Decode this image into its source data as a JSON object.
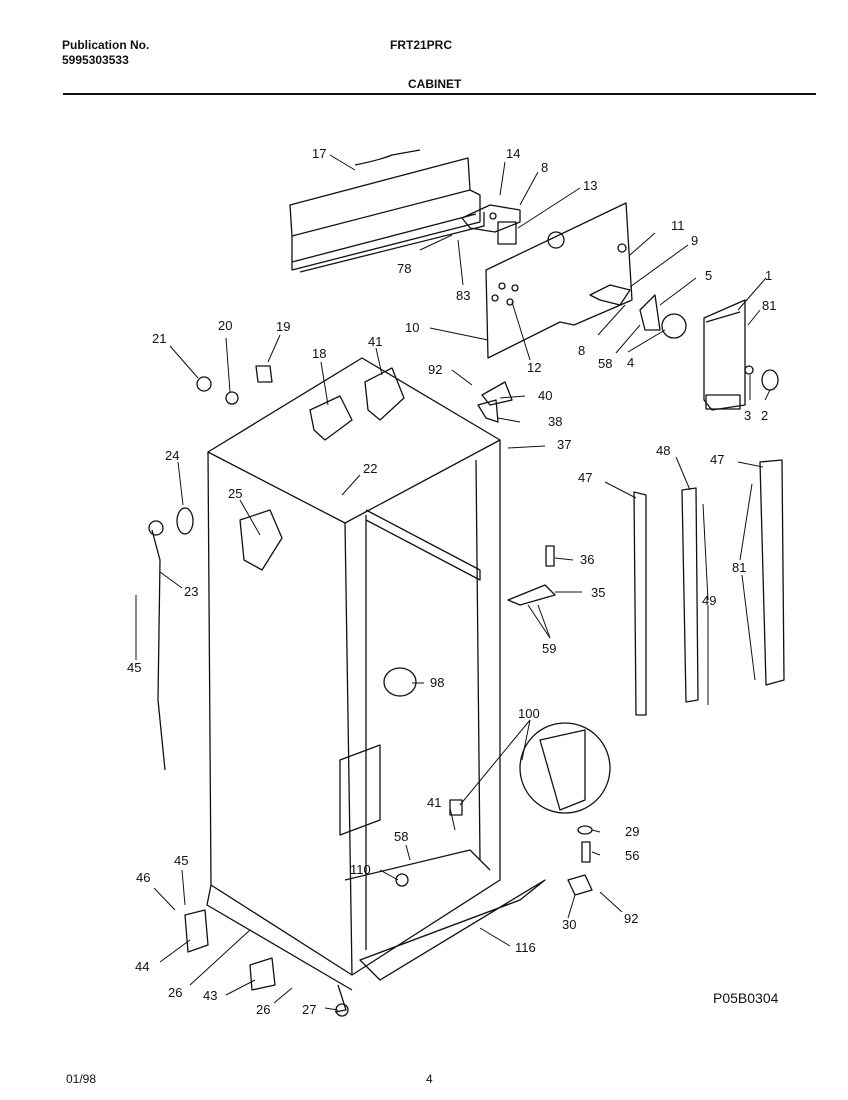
{
  "header": {
    "publication_label": "Publication No.",
    "publication_number": "5995303533",
    "model": "FRT21PRC",
    "section": "CABINET"
  },
  "diagram": {
    "code": "P05B0304",
    "callouts": [
      {
        "id": "17",
        "text": "17"
      },
      {
        "id": "14",
        "text": "14"
      },
      {
        "id": "8a",
        "text": "8"
      },
      {
        "id": "13",
        "text": "13"
      },
      {
        "id": "11",
        "text": "11"
      },
      {
        "id": "9",
        "text": "9"
      },
      {
        "id": "78",
        "text": "78"
      },
      {
        "id": "83",
        "text": "83"
      },
      {
        "id": "5",
        "text": "5"
      },
      {
        "id": "1",
        "text": "1"
      },
      {
        "id": "81a",
        "text": "81"
      },
      {
        "id": "10",
        "text": "10"
      },
      {
        "id": "12",
        "text": "12"
      },
      {
        "id": "8b",
        "text": "8"
      },
      {
        "id": "58a",
        "text": "58"
      },
      {
        "id": "4",
        "text": "4"
      },
      {
        "id": "3",
        "text": "3"
      },
      {
        "id": "2",
        "text": "2"
      },
      {
        "id": "21",
        "text": "21"
      },
      {
        "id": "20",
        "text": "20"
      },
      {
        "id": "19",
        "text": "19"
      },
      {
        "id": "18",
        "text": "18"
      },
      {
        "id": "41a",
        "text": "41"
      },
      {
        "id": "92a",
        "text": "92"
      },
      {
        "id": "40",
        "text": "40"
      },
      {
        "id": "38",
        "text": "38"
      },
      {
        "id": "37",
        "text": "37"
      },
      {
        "id": "24",
        "text": "24"
      },
      {
        "id": "22",
        "text": "22"
      },
      {
        "id": "25",
        "text": "25"
      },
      {
        "id": "47a",
        "text": "47"
      },
      {
        "id": "48",
        "text": "48"
      },
      {
        "id": "47b",
        "text": "47"
      },
      {
        "id": "23",
        "text": "23"
      },
      {
        "id": "36",
        "text": "36"
      },
      {
        "id": "35",
        "text": "35"
      },
      {
        "id": "81b",
        "text": "81"
      },
      {
        "id": "49",
        "text": "49"
      },
      {
        "id": "59",
        "text": "59"
      },
      {
        "id": "45a",
        "text": "45"
      },
      {
        "id": "98",
        "text": "98"
      },
      {
        "id": "100",
        "text": "100"
      },
      {
        "id": "41b",
        "text": "41"
      },
      {
        "id": "29",
        "text": "29"
      },
      {
        "id": "58b",
        "text": "58"
      },
      {
        "id": "56",
        "text": "56"
      },
      {
        "id": "45b",
        "text": "45"
      },
      {
        "id": "110",
        "text": "110"
      },
      {
        "id": "46",
        "text": "46"
      },
      {
        "id": "30",
        "text": "30"
      },
      {
        "id": "92b",
        "text": "92"
      },
      {
        "id": "116",
        "text": "116"
      },
      {
        "id": "44",
        "text": "44"
      },
      {
        "id": "26a",
        "text": "26"
      },
      {
        "id": "43",
        "text": "43"
      },
      {
        "id": "26b",
        "text": "26"
      },
      {
        "id": "27",
        "text": "27"
      }
    ]
  },
  "footer": {
    "date": "01/98",
    "page": "4"
  }
}
